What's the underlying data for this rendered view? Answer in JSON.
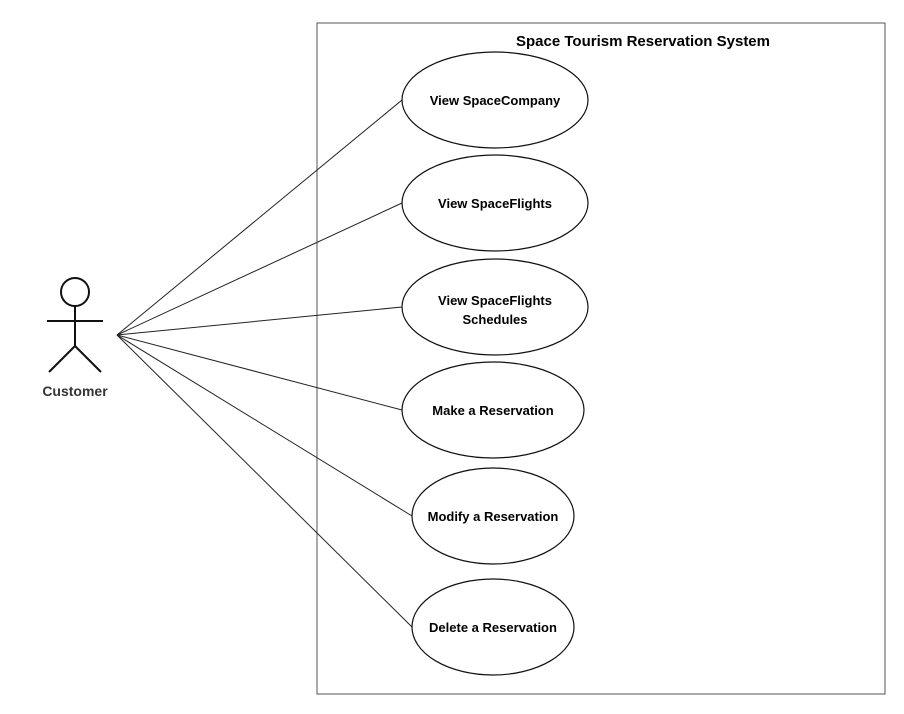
{
  "system": {
    "title": "Space Tourism Reservation System"
  },
  "actor": {
    "name": "Customer"
  },
  "use_cases": [
    {
      "lines": [
        "View SpaceCompany"
      ]
    },
    {
      "lines": [
        "View SpaceFlights"
      ]
    },
    {
      "lines": [
        "View SpaceFlights",
        "Schedules"
      ]
    },
    {
      "lines": [
        "Make a Reservation"
      ]
    },
    {
      "lines": [
        "Modify a Reservation"
      ]
    },
    {
      "lines": [
        "Delete a Reservation"
      ]
    }
  ]
}
